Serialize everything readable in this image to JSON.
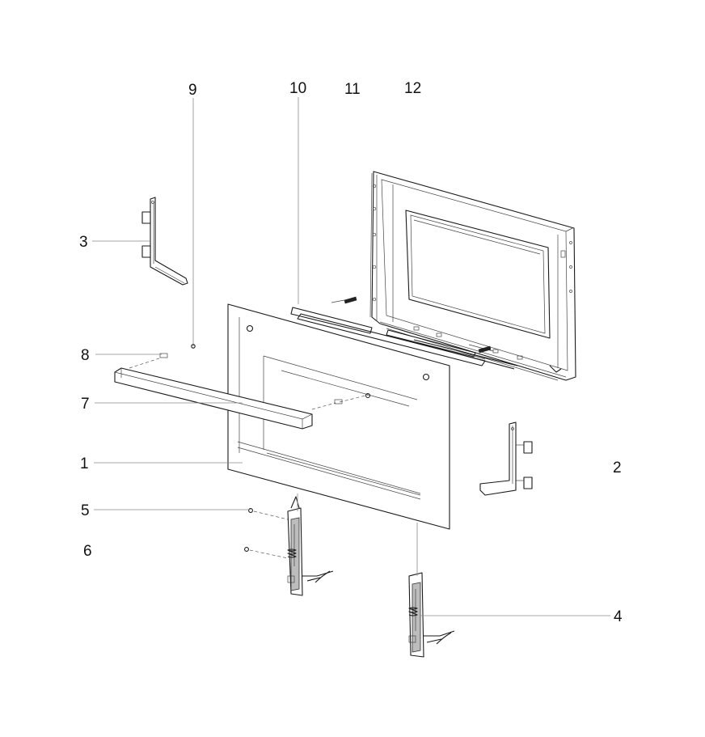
{
  "callouts": [
    {
      "id": "p1",
      "label": "1"
    },
    {
      "id": "p2",
      "label": "2"
    },
    {
      "id": "p3",
      "label": "3"
    },
    {
      "id": "p4",
      "label": "4"
    },
    {
      "id": "p5",
      "label": "5"
    },
    {
      "id": "p6",
      "label": "6"
    },
    {
      "id": "p7",
      "label": "7"
    },
    {
      "id": "p8",
      "label": "8"
    },
    {
      "id": "p9",
      "label": "9"
    },
    {
      "id": "p10",
      "label": "10"
    },
    {
      "id": "p11",
      "label": "11"
    },
    {
      "id": "p12",
      "label": "12"
    }
  ]
}
